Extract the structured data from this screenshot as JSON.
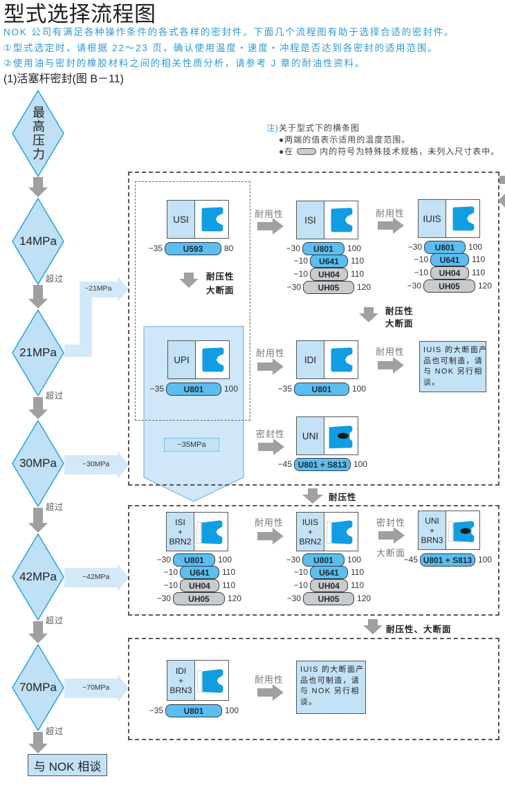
{
  "theme": {
    "accent_text": "#2e9ad6",
    "diamond_fill": "#bfe0f5",
    "diamond_stroke": "#27a4dc",
    "standard_material": "#5cbdee",
    "special_material": "#cbcbcb",
    "seal_profile": "#109de2",
    "arrow_gray": "#a0a0a0"
  },
  "header": {
    "title": "型式选择流程图",
    "intro": "NOK 公司有满足各种操作条件的各式各样的密封件。下面几个流程图有助于选择合适的密封件。",
    "note1": "①型式选定时，请根据 22～23 页，确认使用温度・速度・冲程是否达到各密封的适用范围。",
    "note2": "②使用油与密封的橡胶材料之间的相关性质分析，请参考 J 章的耐油性资料。",
    "subtitle": "(1)活塞杆密封(图 B－11)"
  },
  "legend": {
    "prefix": "注)",
    "title": "关于型式下的横条图",
    "bullet": "●",
    "item1": "两端的值表示适用的温度范围。",
    "item2_before": "在",
    "item2_after": "内的符号为特殊技术规格，未列入尺寸表中。"
  },
  "flow": {
    "start_label": "最高压力",
    "exceed_label": "超过",
    "levels": [
      {
        "label": "14MPa"
      },
      {
        "label": "21MPa",
        "range": "~21MPa"
      },
      {
        "label": "30MPa",
        "range": "~30MPa"
      },
      {
        "label": "42MPa",
        "range": "~42MPa"
      },
      {
        "label": "70MPa",
        "range": "~70MPa"
      }
    ],
    "end_label": "与 NOK 相谈"
  },
  "ranges": {
    "inner": "~35MPa"
  },
  "transitions": {
    "durability": "耐用性",
    "sealing": "密封性",
    "pressure_resistance": "耐压性",
    "large_section": "大断面",
    "pressure_and_section": "耐压性、大断面"
  },
  "seals": {
    "usi": {
      "label": [
        "USI"
      ],
      "materials": [
        {
          "min": "−35",
          "code": "U593",
          "max": "80",
          "special": false
        }
      ]
    },
    "isi": {
      "label": [
        "ISI"
      ],
      "materials": [
        {
          "min": "−30",
          "code": "U801",
          "max": "100",
          "special": false
        },
        {
          "min": "−10",
          "code": "U641",
          "max": "110",
          "special": false
        },
        {
          "min": "−10",
          "code": "UH04",
          "max": "110",
          "special": true
        },
        {
          "min": "−30",
          "code": "UH05",
          "max": "120",
          "special": true
        }
      ]
    },
    "iuis": {
      "label": [
        "IUIS"
      ],
      "materials": [
        {
          "min": "−30",
          "code": "U801",
          "max": "100",
          "special": false
        },
        {
          "min": "−10",
          "code": "U641",
          "max": "110",
          "special": false
        },
        {
          "min": "−10",
          "code": "UH04",
          "max": "110",
          "special": true
        },
        {
          "min": "−30",
          "code": "UH05",
          "max": "120",
          "special": true
        }
      ]
    },
    "upi": {
      "label": [
        "UPI"
      ],
      "materials": [
        {
          "min": "−35",
          "code": "U801",
          "max": "100",
          "special": false
        }
      ]
    },
    "idi": {
      "label": [
        "IDI"
      ],
      "materials": [
        {
          "min": "−35",
          "code": "U801",
          "max": "100",
          "special": false
        }
      ]
    },
    "uni": {
      "label": [
        "UNI"
      ],
      "materials": [
        {
          "min": "−45",
          "code": "U801 + S813",
          "max": "100",
          "special": false
        }
      ]
    },
    "isi_brn2": {
      "label": [
        "ISI",
        "+",
        "BRN2"
      ],
      "materials": [
        {
          "min": "−30",
          "code": "U801",
          "max": "100",
          "special": false
        },
        {
          "min": "−10",
          "code": "U641",
          "max": "110",
          "special": false
        },
        {
          "min": "−10",
          "code": "UH04",
          "max": "110",
          "special": true
        },
        {
          "min": "−30",
          "code": "UH05",
          "max": "120",
          "special": true
        }
      ]
    },
    "iuis_brn2": {
      "label": [
        "IUIS",
        "+",
        "BRN2"
      ],
      "materials": [
        {
          "min": "−30",
          "code": "U801",
          "max": "100",
          "special": false
        },
        {
          "min": "−10",
          "code": "U641",
          "max": "110",
          "special": false
        },
        {
          "min": "−10",
          "code": "UH04",
          "max": "110",
          "special": true
        },
        {
          "min": "−30",
          "code": "UH05",
          "max": "120",
          "special": true
        }
      ]
    },
    "uni_brn3": {
      "label": [
        "UNI",
        "+",
        "BRN3"
      ],
      "materials": [
        {
          "min": "−45",
          "code": "U801 + S813",
          "max": "100",
          "special": false
        }
      ]
    },
    "idi_brn3": {
      "label": [
        "IDI",
        "+",
        "BRN3"
      ],
      "materials": [
        {
          "min": "−35",
          "code": "U801",
          "max": "100",
          "special": false
        }
      ]
    }
  },
  "notes": {
    "iuis_large_section_a": [
      "IUIS 的大断面产",
      "品也可制造，请",
      "与 NOK 另行相",
      "谈。"
    ],
    "iuis_large_section_b": [
      "IUIS 的大断面产",
      "品也可制造，请",
      "与 NOK 另行相",
      "谈。"
    ]
  }
}
